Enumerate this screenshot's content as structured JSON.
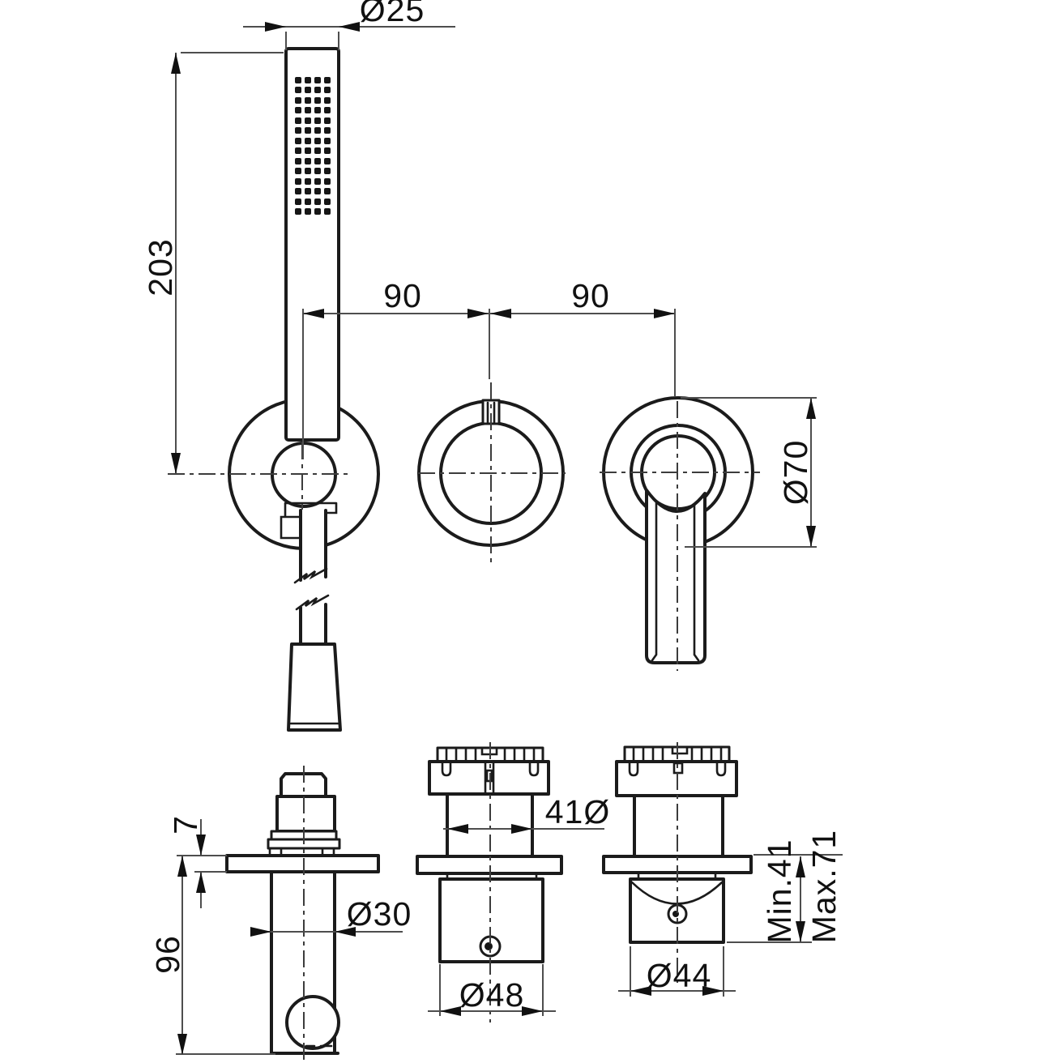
{
  "drawing": {
    "dimensions": {
      "handshower_diameter": "Ø25",
      "handshower_length": "203",
      "spacing_left": "90",
      "spacing_right": "90",
      "escutcheon_diameter": "Ø70",
      "plate_thickness": "7",
      "holder_length": "96",
      "holder_tube_diameter": "Ø30",
      "rough_in_diameter": "41Ø",
      "spout_diameter": "Ø48",
      "handle_diameter": "Ø44",
      "min_depth": "Min.41",
      "max_depth": "Max.71"
    },
    "colors": {
      "line": "#1b1b1b",
      "dimension_line": "#4e4e4e",
      "background": "#ffffff"
    }
  }
}
